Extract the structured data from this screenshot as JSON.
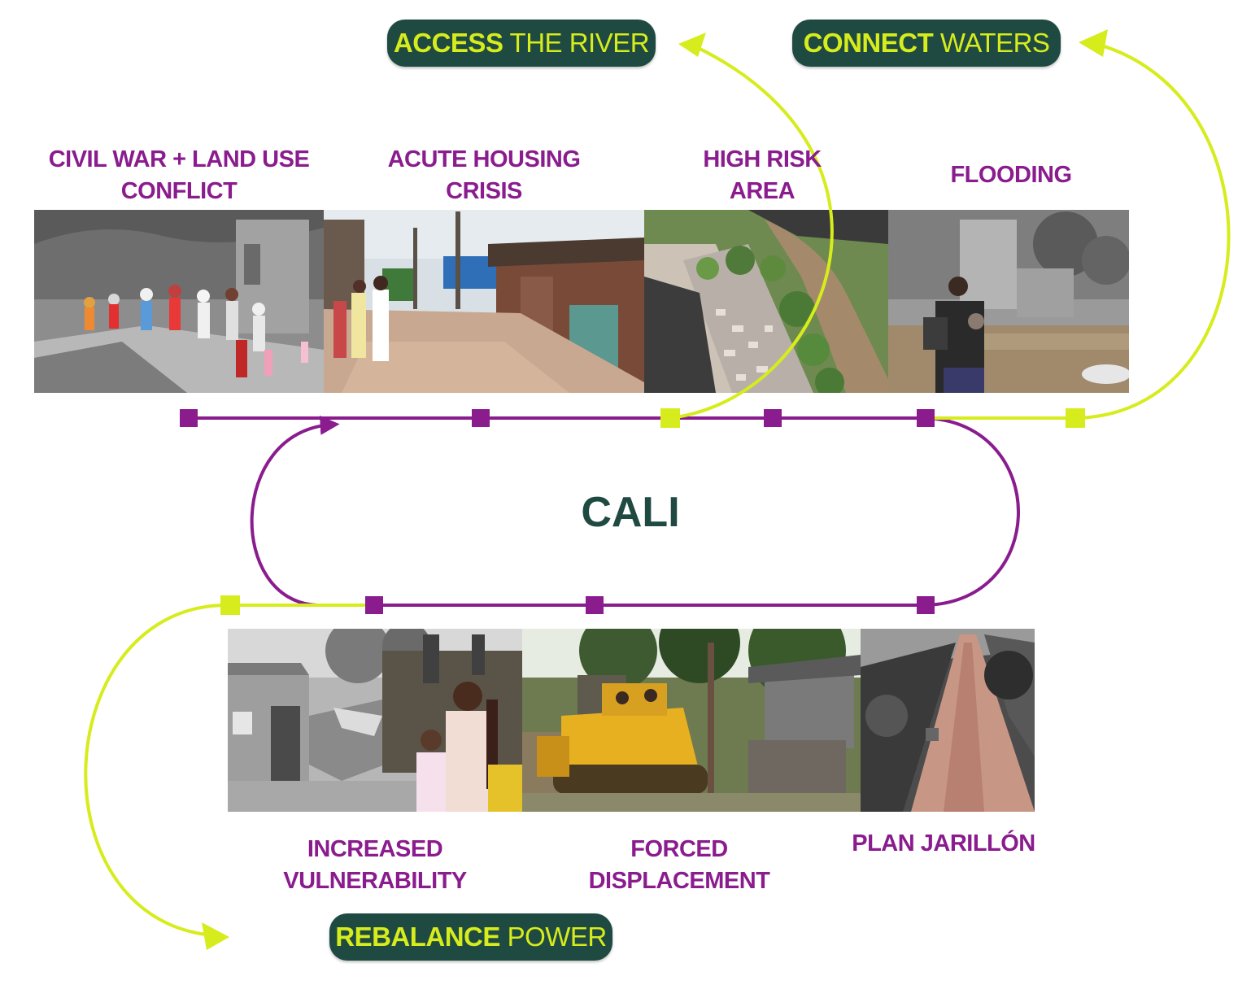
{
  "actions": {
    "access": {
      "strong": "ACCESS",
      "light": "THE RIVER"
    },
    "connect": {
      "strong": "CONNECT",
      "light": "WATERS"
    },
    "rebalance": {
      "strong": "REBALANCE",
      "light": "POWER"
    }
  },
  "center": "CALI",
  "stages_top": [
    {
      "line1": "CIVIL WAR + LAND USE",
      "line2": "CONFLICT"
    },
    {
      "line1": "ACUTE HOUSING",
      "line2": "CRISIS"
    },
    {
      "line1": "HIGH RISK",
      "line2": "AREA"
    },
    {
      "line1": "FLOODING",
      "line2": ""
    }
  ],
  "stages_bottom": [
    {
      "line1": "INCREASED",
      "line2": "VULNERABILITY"
    },
    {
      "line1": "FORCED",
      "line2": "DISPLACEMENT"
    },
    {
      "line1": "PLAN JARILLÓN",
      "line2": ""
    }
  ],
  "photos": [
    {
      "name": "civil-war-photo",
      "desc": "people walking on dirt road"
    },
    {
      "name": "housing-crisis-photo",
      "desc": "informal shacks on dirt street"
    },
    {
      "name": "high-risk-photo",
      "desc": "aerial of settlement beside river"
    },
    {
      "name": "flooding-photo",
      "desc": "flooded street with woman and child"
    },
    {
      "name": "vulnerability-photo",
      "desc": "demolished house with mother and child"
    },
    {
      "name": "displacement-photo",
      "desc": "yellow bulldozer near shacks"
    },
    {
      "name": "jarillon-photo",
      "desc": "aerial dirt embankment road"
    }
  ],
  "colors": {
    "purple": "#8a1c8e",
    "lime": "#d6ec1c",
    "dark_green": "#1f4a41"
  }
}
